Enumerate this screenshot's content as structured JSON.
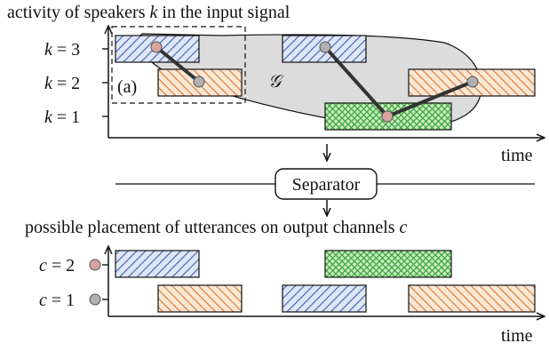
{
  "top_title": {
    "text": "activity of speakers ",
    "var": "k",
    "tail": " in the input signal"
  },
  "bottom_title": {
    "text": "possible placement of utterances on output channels ",
    "var": "c"
  },
  "top_axis": {
    "ylabels": [
      {
        "var": "k",
        "rest": " = 3"
      },
      {
        "var": "k",
        "rest": " = 2"
      },
      {
        "var": "k",
        "rest": " = 1"
      }
    ],
    "xlabel": "time"
  },
  "bottom_axis": {
    "ylabels": [
      {
        "var": "c",
        "rest": " = 2"
      },
      {
        "var": "c",
        "rest": " = 1"
      }
    ],
    "xlabel": "time"
  },
  "box_label": "(a)",
  "graph_label": "𝒢",
  "separator_label": "Separator",
  "colors": {
    "blue": "#3a5fb0",
    "blue_fill": "#a9bde6",
    "orange": "#d9742a",
    "orange_fill": "#f4c9a4",
    "green": "#3ea63e",
    "green_fill": "#b9e6b0",
    "node_red": "#d9a3a0",
    "node_gray": "#b0b0b0",
    "graph_fill": "#dcdcdc"
  }
}
